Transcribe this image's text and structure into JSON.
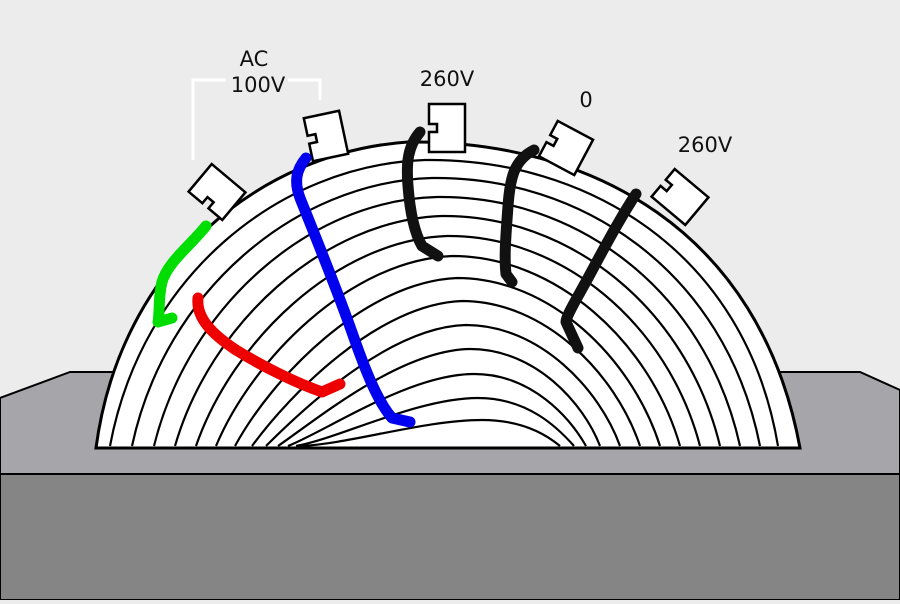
{
  "labels": {
    "ac": "AC",
    "ac_voltage": "100V",
    "tap_1": "260V",
    "tap_2": "0",
    "tap_3": "260V"
  },
  "colors": {
    "background": "#ececec",
    "base_top": "#a6a6aa",
    "base_front": "#858585",
    "coil": "#ffffff",
    "outline": "#000000",
    "wire_green": "#00dd00",
    "wire_red": "#ee0000",
    "wire_blue": "#0000ee",
    "wire_black": "#111111"
  },
  "wires": [
    {
      "name": "green",
      "color_key": "wire_green"
    },
    {
      "name": "red",
      "color_key": "wire_red"
    },
    {
      "name": "blue",
      "color_key": "wire_blue"
    },
    {
      "name": "black-1",
      "color_key": "wire_black"
    },
    {
      "name": "black-2",
      "color_key": "wire_black"
    },
    {
      "name": "black-3",
      "color_key": "wire_black"
    }
  ]
}
